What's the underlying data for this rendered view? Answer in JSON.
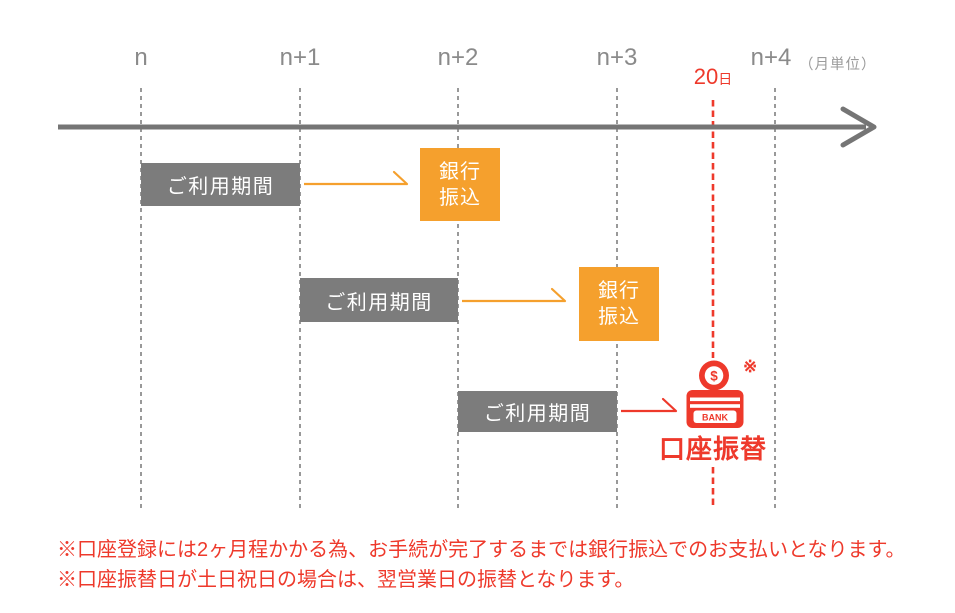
{
  "diagram_title": "billing-cycle-timeline",
  "colors": {
    "accent_orange": "#F5A02D",
    "accent_red": "#EE392B",
    "period_box_gray": "#7C7C7C",
    "axis_gray": "#757575",
    "gridline_gray": "#999999",
    "label_gray": "#8A8A8A"
  },
  "timeline": {
    "month_labels": [
      "n",
      "n+1",
      "n+2",
      "n+3",
      "n+4"
    ],
    "unit_note": "（月単位）",
    "due_day": "20",
    "due_day_suffix": "日"
  },
  "rows": [
    {
      "period": "ご利用期間",
      "result": "銀行\n振込",
      "result_type": "bank_transfer"
    },
    {
      "period": "ご利用期間",
      "result": "銀行\n振込",
      "result_type": "bank_transfer"
    },
    {
      "period": "ご利用期間",
      "result": "口座振替",
      "result_type": "direct_debit",
      "mark": "※"
    }
  ],
  "icon": {
    "name": "bank-deposit-icon",
    "coin_symbol": "$",
    "bank_text": "BANK"
  },
  "notes": [
    "※口座登録には2ヶ月程かかる為、お手続が完了するまでは銀行振込でのお支払いとなります。",
    "※口座振替日が土日祝日の場合は、翌営業日の振替となります。"
  ]
}
